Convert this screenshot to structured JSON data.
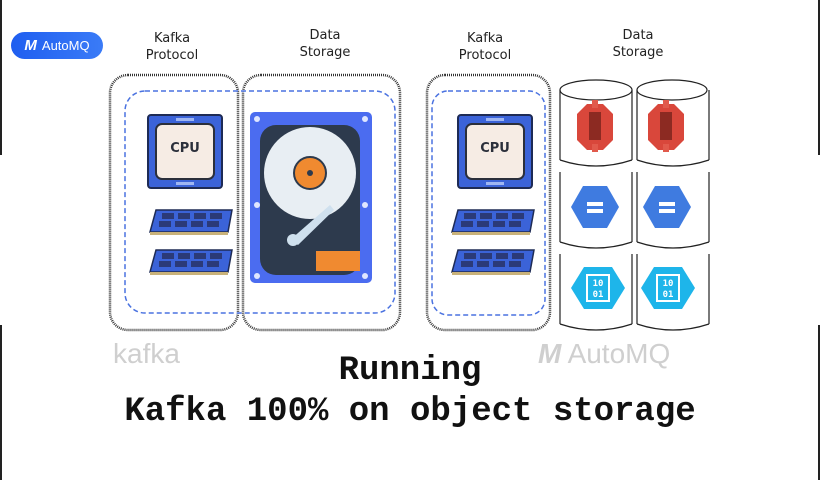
{
  "brand": {
    "logo_mark": "M",
    "logo_text": "AutoMQ",
    "accent": "#2f6bf5"
  },
  "left_diagram": {
    "col1_title_line1": "Kafka",
    "col1_title_line2": "Protocol",
    "col2_title_line1": "Data",
    "col2_title_line2": "Storage",
    "cpu_label": "CPU",
    "watermark": "kafka"
  },
  "right_diagram": {
    "col1_title_line1": "Kafka",
    "col1_title_line2": "Protocol",
    "col2_title_line1": "Data",
    "col2_title_line2": "Storage",
    "cpu_label": "CPU",
    "blob_label_line1": "10",
    "blob_label_line2": "01",
    "watermark": "AutoMQ"
  },
  "headline": {
    "line1": "Running",
    "line2": "Kafka 100% on object storage"
  },
  "icons": [
    "cpu-icon",
    "ram-icon",
    "hard-drive-icon",
    "aws-s3-icon",
    "gcp-storage-icon",
    "azure-blob-icon",
    "database-cylinder-icon"
  ]
}
